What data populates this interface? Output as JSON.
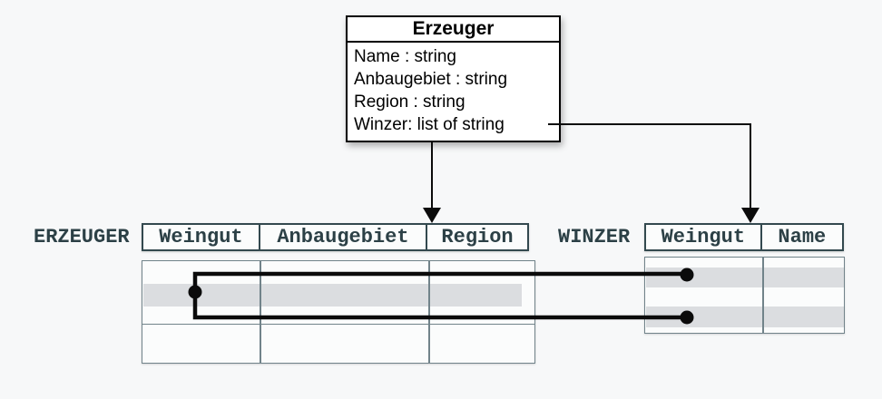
{
  "class_box": {
    "title": "Erzeuger",
    "attributes": [
      "Name : string",
      "Anbaugebiet : string",
      "Region : string",
      "Winzer: list of string"
    ]
  },
  "tables": {
    "erzeuger": {
      "label": "ERZEUGER",
      "columns": [
        "Weingut",
        "Anbaugebiet",
        "Region"
      ]
    },
    "winzer": {
      "label": "WINZER",
      "columns": [
        "Weingut",
        "Name"
      ]
    }
  },
  "colors": {
    "background": "#f7f8f9",
    "box_fill": "#ffffff",
    "box_border": "#000000",
    "table_text": "#2c4046",
    "header_border": "#33494f",
    "grid_border": "#71838a",
    "row_highlight": "#dbdde0",
    "connector": "#0b0b0b"
  }
}
